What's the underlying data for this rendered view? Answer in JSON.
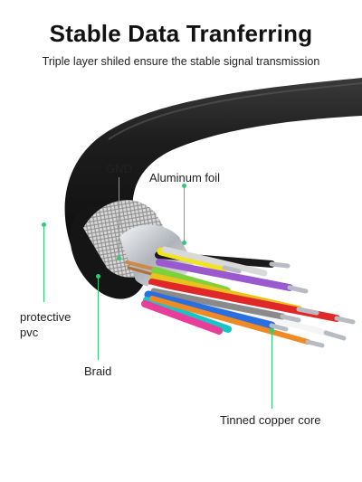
{
  "header": {
    "title": "Stable Data Tranferring",
    "subtitle": "Triple layer shiled ensure the stable signal transmission"
  },
  "callouts": {
    "gnd": "GND",
    "aluminum_foil": "Aluminum foil",
    "protective_pvc_line1": "protective",
    "protective_pvc_line2": "pvc",
    "braid": "Braid",
    "tinned_copper_core": "Tinned copper core"
  },
  "colors": {
    "callout_line": "#2ecc71",
    "cable_jacket": "#1c1c1c",
    "braid": "#cfcfcf",
    "foil": "#bfc3c8",
    "wire_colors": [
      "#f2e51d",
      "#9b59d0",
      "#e02828",
      "#f5f5f5",
      "#7fd13b",
      "#2a6fe0",
      "#19c3c6",
      "#8a8a8a",
      "#1a1a1a",
      "#f08a24",
      "#e83e9a",
      "#b58b4a"
    ]
  }
}
